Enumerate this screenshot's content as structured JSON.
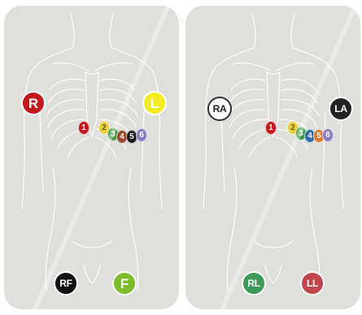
{
  "panels": [
    {
      "limb_leads": [
        {
          "label": "R",
          "bg": "#c8161d",
          "fg": "#ffffff",
          "border": "#ffffff"
        },
        {
          "label": "L",
          "bg": "#f2ec1e",
          "fg": "#ffffff",
          "border": "#ffffff"
        },
        {
          "label": "RF",
          "bg": "#111111",
          "fg": "#ffffff",
          "border": "#ffffff"
        },
        {
          "label": "F",
          "bg": "#7cbd2a",
          "fg": "#ffffff",
          "border": "#ffffff"
        }
      ],
      "chest_leads": [
        {
          "label": "1",
          "bg": "#c8161d",
          "fg": "#ffffff"
        },
        {
          "label": "2",
          "bg": "#e7d03a",
          "fg": "#6b5a10"
        },
        {
          "label": "3",
          "bg": "#3f9a44",
          "fg": "#ffffff"
        },
        {
          "label": "4",
          "bg": "#9a4a2c",
          "fg": "#ffffff"
        },
        {
          "label": "5",
          "bg": "#1a1a1a",
          "fg": "#ffffff"
        },
        {
          "label": "6",
          "bg": "#8a7bc0",
          "fg": "#ffffff"
        }
      ]
    },
    {
      "limb_leads": [
        {
          "label": "RA",
          "bg": "#ffffff",
          "fg": "#222222",
          "border": "#333333"
        },
        {
          "label": "LA",
          "bg": "#222222",
          "fg": "#ffffff",
          "border": "#ffffff"
        },
        {
          "label": "RL",
          "bg": "#3f9a5a",
          "fg": "#ffffff",
          "border": "#ffffff"
        },
        {
          "label": "LL",
          "bg": "#c0464b",
          "fg": "#ffffff",
          "border": "#ffffff"
        }
      ],
      "chest_leads": [
        {
          "label": "1",
          "bg": "#c8161d",
          "fg": "#ffffff"
        },
        {
          "label": "2",
          "bg": "#e7d03a",
          "fg": "#6b5a10"
        },
        {
          "label": "3",
          "bg": "#3f9a44",
          "fg": "#ffffff"
        },
        {
          "label": "4",
          "bg": "#2e6fa8",
          "fg": "#ffffff"
        },
        {
          "label": "5",
          "bg": "#d97a2a",
          "fg": "#ffffff"
        },
        {
          "label": "6",
          "bg": "#8a7bc0",
          "fg": "#ffffff"
        }
      ]
    }
  ]
}
